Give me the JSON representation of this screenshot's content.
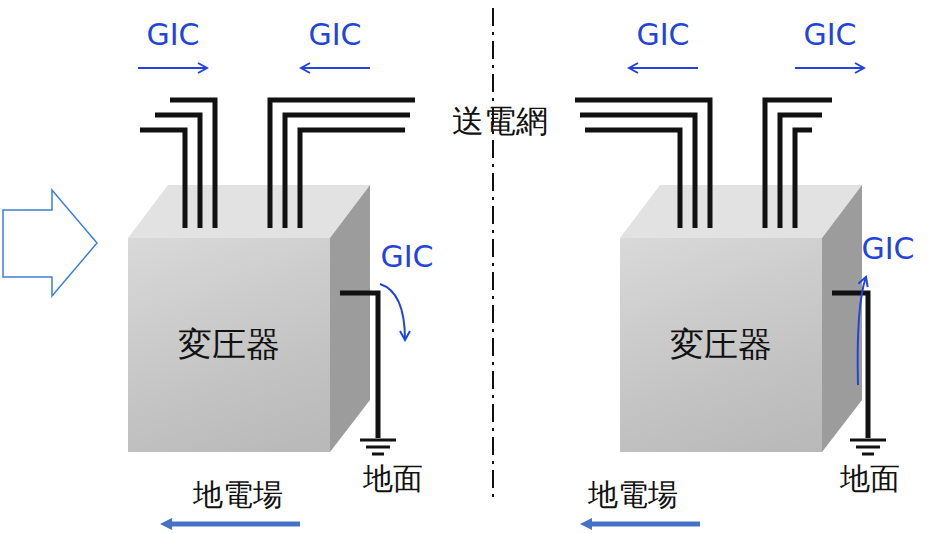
{
  "diagram": {
    "nodes": [
      {
        "text": [
          "変圧器"
        ]
      },
      {
        "text": [
          "変圧器"
        ]
      }
    ],
    "labels": [
      "GIC",
      "GIC",
      "GIC",
      "GIC",
      "送電網",
      "GIC",
      "GIC",
      "地電場",
      "地面",
      "地電場",
      "地面"
    ]
  }
}
